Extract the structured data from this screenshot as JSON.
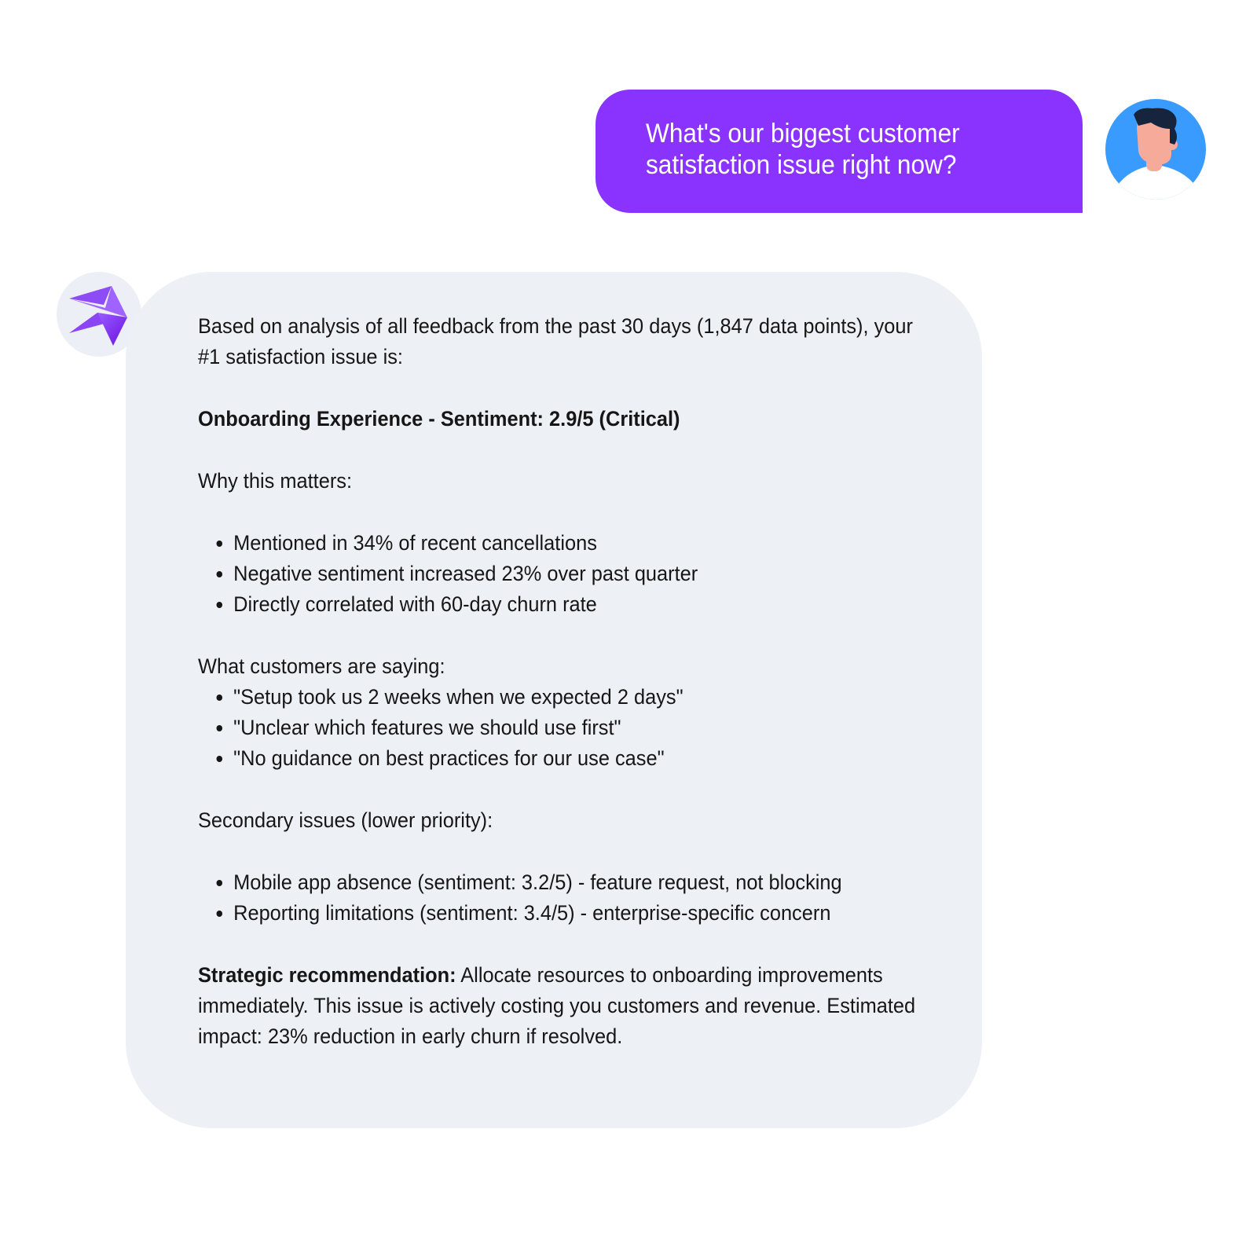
{
  "user_message": {
    "text": "What's our biggest customer satisfaction issue right now?",
    "bubble_color": "#8a33ff",
    "avatar_icon": "user-avatar-icon",
    "avatar_bg": "#3a9bff"
  },
  "assistant_message": {
    "avatar_icon": "sparkle-star-icon",
    "bubble_color": "#edf0f5",
    "intro": "Based on analysis of all feedback from the past 30 days (1,847 data points), your #1 satisfaction issue is:",
    "headline": "Onboarding Experience - Sentiment: 2.9/5 (Critical)",
    "why_heading": "Why this matters:",
    "why_items": [
      "Mentioned in 34% of recent cancellations",
      "Negative sentiment increased 23% over past quarter",
      "Directly correlated with 60-day churn rate"
    ],
    "quotes_heading": "What customers are saying:",
    "quotes": [
      "\"Setup took us 2 weeks when we expected 2 days\"",
      "\"Unclear which features we should use first\"",
      "\"No guidance on best practices for our use case\""
    ],
    "secondary_heading": "Secondary issues (lower priority):",
    "secondary_items": [
      "Mobile app absence (sentiment: 3.2/5) - feature request, not blocking",
      "Reporting limitations (sentiment: 3.4/5) - enterprise-specific concern"
    ],
    "recommendation_label": "Strategic recommendation:",
    "recommendation_text": " Allocate resources to onboarding improvements immediately. This issue is actively costing you customers and revenue. Estimated impact: 23% reduction in early churn if resolved."
  }
}
